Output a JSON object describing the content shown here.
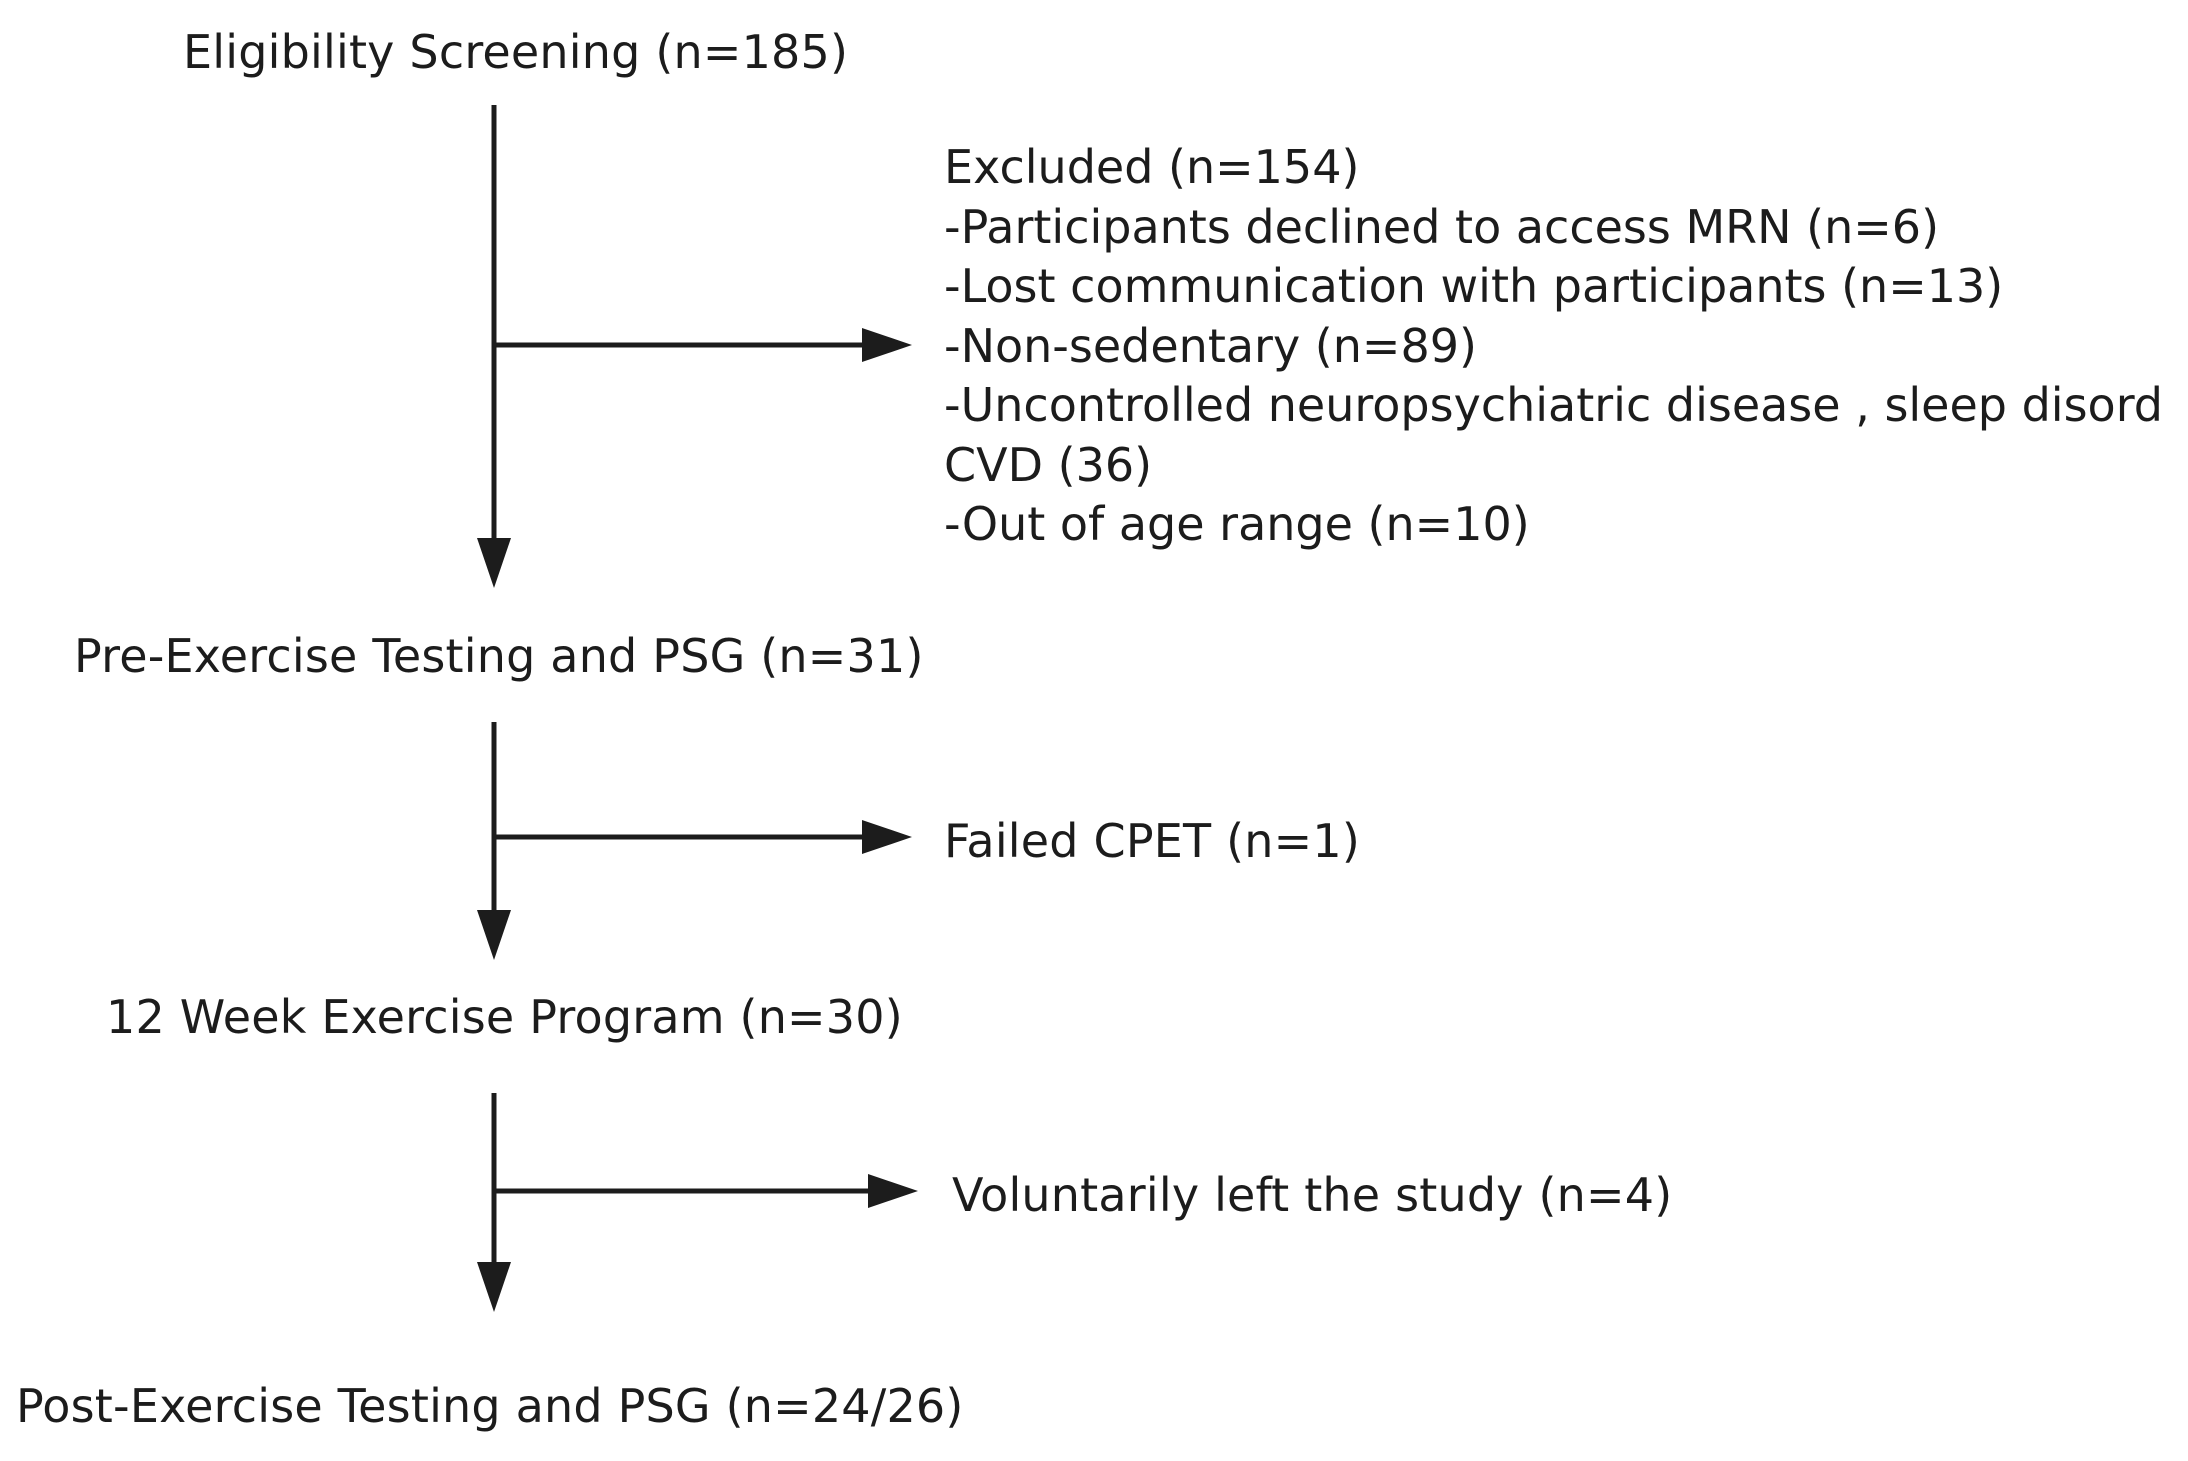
{
  "diagram": {
    "stages": [
      "Eligibility Screening (n=185)",
      "Pre-Exercise Testing and PSG (n=31)",
      "12 Week Exercise Program (n=30)",
      "Post-Exercise Testing and PSG (n=24/26)"
    ],
    "exclusions": {
      "excluded_title": "Excluded (n=154)",
      "excluded_items": [
        "-Participants declined to access MRN (n=6)",
        "-Lost communication with participants (n=13)",
        "-Non-sedentary (n=89)",
        "-Uncontrolled neuropsychiatric disease , sleep disord",
        "CVD (36)",
        "-Out of age range (n=10)"
      ],
      "failed_cpet": "Failed CPET  (n=1)",
      "voluntarily_left": "Voluntarily left the study  (n=4)"
    },
    "line_color": "#1c1c1c"
  }
}
